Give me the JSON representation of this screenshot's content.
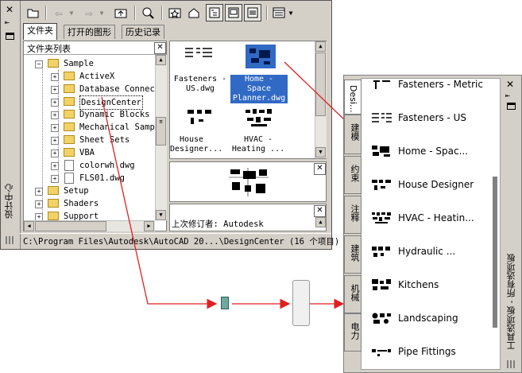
{
  "design_center": {
    "window_title": "设计中心",
    "tabs": [
      "文件夹",
      "打开的图形",
      "历史记录"
    ],
    "tree_header": "文件夹列表",
    "tree_items": [
      {
        "label": "Sample"
      },
      {
        "label": "ActiveX"
      },
      {
        "label": "Database Connect"
      },
      {
        "label": "DesignCenter"
      },
      {
        "label": "Dynamic Blocks"
      },
      {
        "label": "Mechanical Sampl"
      },
      {
        "label": "Sheet Sets"
      },
      {
        "label": "VBA"
      },
      {
        "label": "colorwh.dwg"
      },
      {
        "label": "FLS01.dwg"
      },
      {
        "label": "Setup"
      },
      {
        "label": "Shaders"
      },
      {
        "label": "Support"
      }
    ],
    "thumbnails": [
      {
        "label": "Fasteners -\nUS.dwg"
      },
      {
        "label": "Home -\nSpace\nPlanner.dwg"
      },
      {
        "label": "House\nDesigner..."
      },
      {
        "label": "HVAC -\nHeating ..."
      }
    ],
    "description": "上次修订者: Autodesk",
    "status_path": "C:\\Program Files\\Autodesk\\AutoCAD 20...\\DesignCenter (16 个项目)"
  },
  "tool_palette": {
    "title": "工具选项板 - 所有选项板",
    "tabs": [
      "Desi...",
      "建模",
      "约束",
      "注释",
      "建筑",
      "机械",
      "电力"
    ],
    "items": [
      {
        "label": "Fasteners - Metric"
      },
      {
        "label": "Fasteners - US"
      },
      {
        "label": "Home - Spac..."
      },
      {
        "label": "House Designer"
      },
      {
        "label": "HVAC - Heatin..."
      },
      {
        "label": "Hydraulic ..."
      },
      {
        "label": "Kitchens"
      },
      {
        "label": "Landscaping"
      },
      {
        "label": "Pipe Fittings"
      }
    ]
  },
  "colors": {
    "selection": "#316ac5",
    "arrow": "#e02020",
    "chrome": "#d4d0c8"
  }
}
